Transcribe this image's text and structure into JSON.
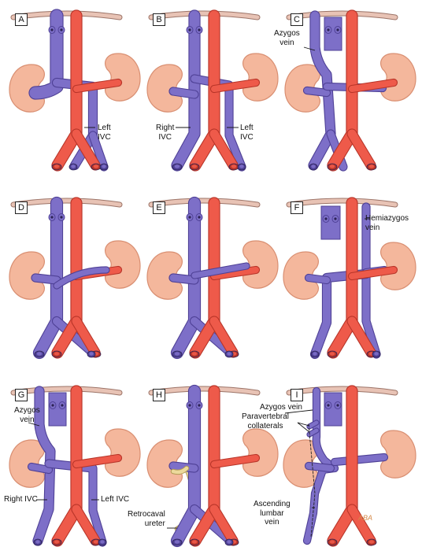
{
  "panels": [
    {
      "letter": "A",
      "labels": {
        "left_ivc": "Left\nIVC"
      }
    },
    {
      "letter": "B",
      "labels": {
        "right_ivc": "Right\nIVC",
        "left_ivc": "Left\nIVC"
      }
    },
    {
      "letter": "C",
      "labels": {
        "azygos": "Azygos\nvein"
      }
    },
    {
      "letter": "D",
      "labels": {}
    },
    {
      "letter": "E",
      "labels": {}
    },
    {
      "letter": "F",
      "labels": {
        "hemiazygos": "Hemiazygos\nvein"
      }
    },
    {
      "letter": "G",
      "labels": {
        "azygos": "Azygos\nvein",
        "right_ivc": "Right IVC",
        "left_ivc": "Left IVC"
      }
    },
    {
      "letter": "H",
      "labels": {
        "retrocaval_ureter": "Retrocaval\nureter"
      }
    },
    {
      "letter": "I",
      "labels": {
        "azygos": "Azygos vein",
        "paravertebral": "Paravertebral\ncollaterals",
        "ascending_lumbar": "Ascending\nlumbar\nvein"
      }
    }
  ],
  "signature": "ABA",
  "colors": {
    "vein": "#7d6fc8",
    "vein_dark": "#4f4196",
    "artery": "#ee5a4a",
    "artery_dark": "#b73428",
    "kidney": "#f4b79c",
    "kidney_dark": "#d98f72",
    "diaphragm": "#e8c3b5",
    "ureter": "#ecd99c"
  }
}
